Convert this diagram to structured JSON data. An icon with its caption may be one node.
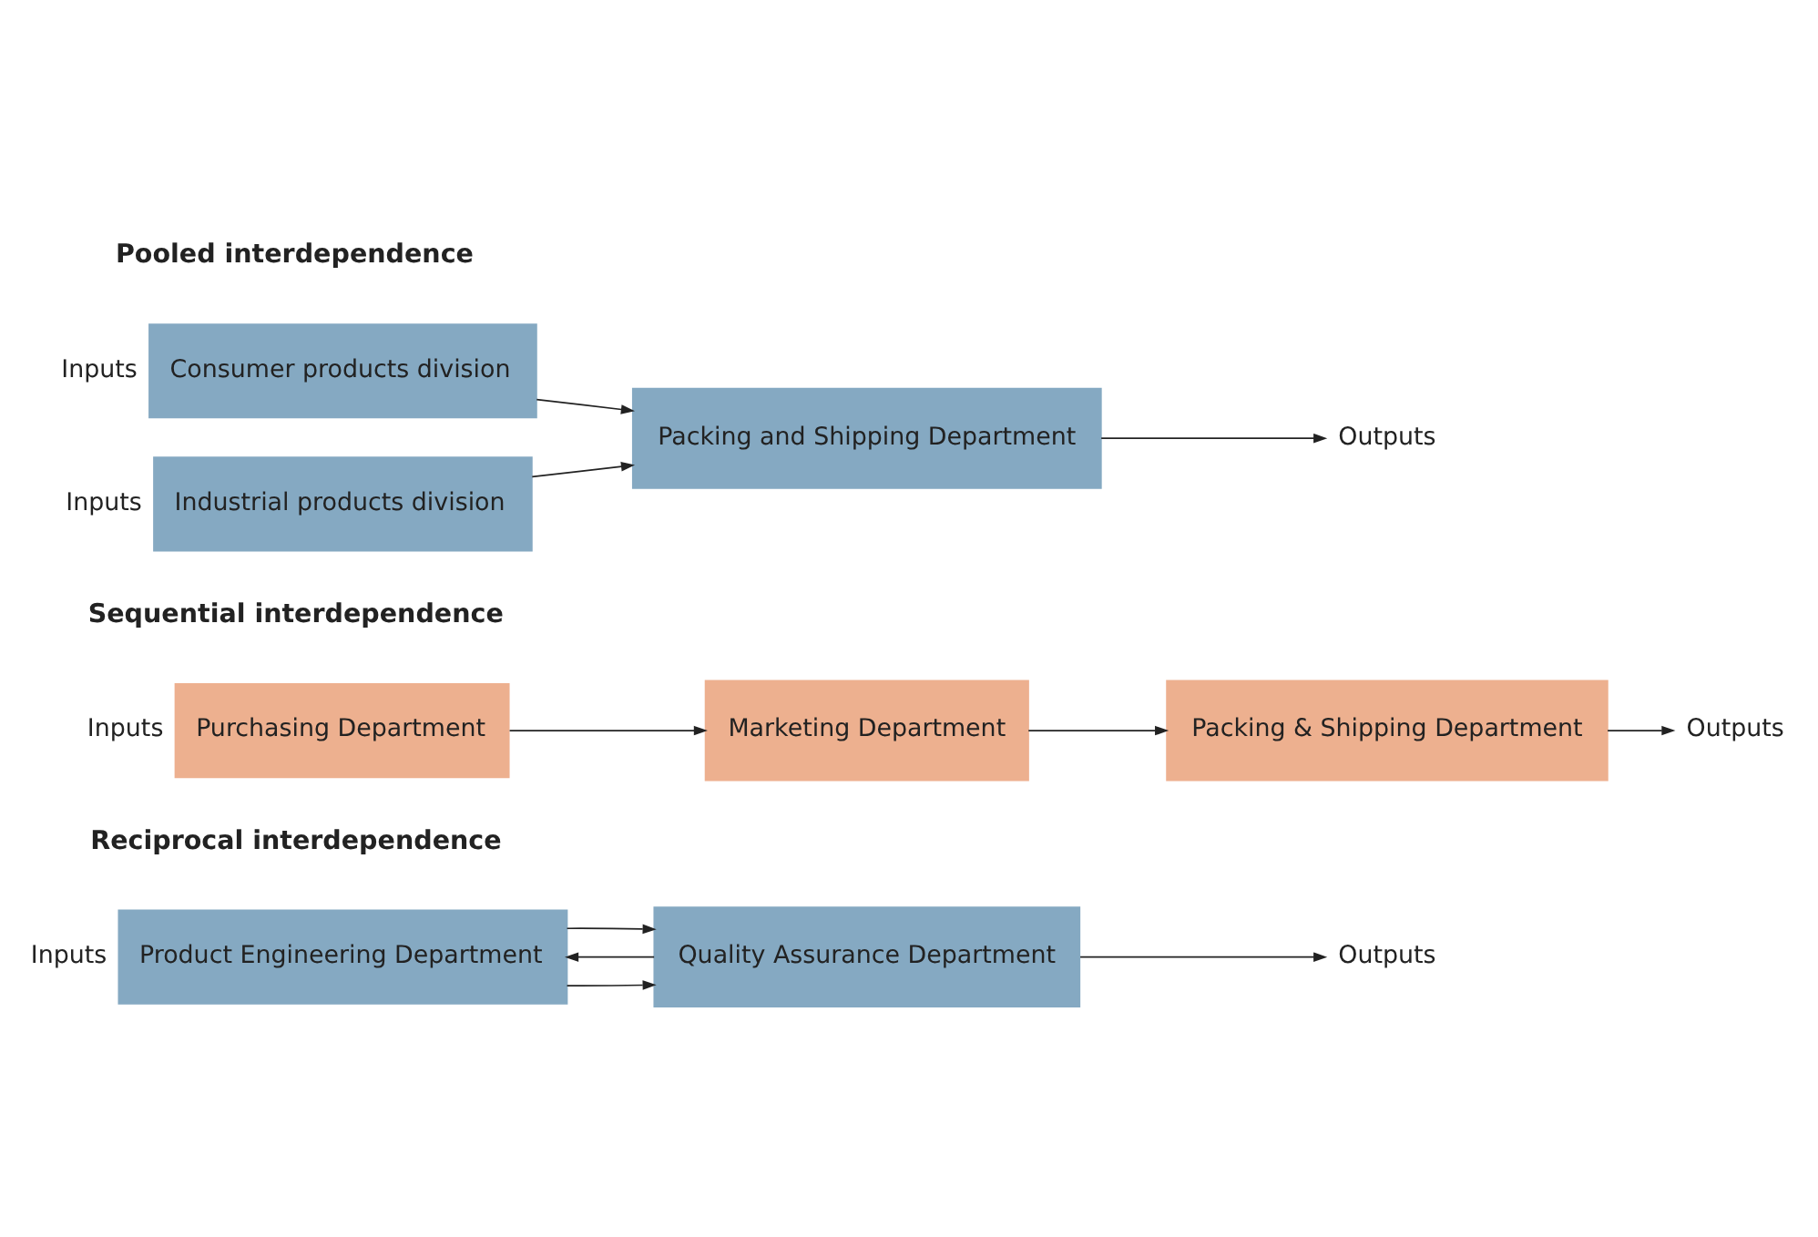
{
  "diagram": {
    "nodes": [
      {
        "text": [
          "Consumer products division"
        ],
        "beside": [
          "Inputs"
        ]
      },
      {
        "text": [
          "Industrial products division"
        ],
        "beside": [
          "Inputs"
        ]
      },
      {
        "text": [
          "Packing and Shipping Department"
        ]
      },
      {
        "text": [
          "Outputs"
        ]
      },
      {
        "text": [
          "Purchasing Department"
        ],
        "beside": [
          "Inputs"
        ]
      },
      {
        "text": [
          "Marketing Department"
        ]
      },
      {
        "text": [
          "Packing & Shipping Department"
        ]
      },
      {
        "text": [
          "Outputs"
        ]
      },
      {
        "text": [
          "Product Engineering Department"
        ],
        "beside": [
          "Inputs"
        ]
      },
      {
        "text": [
          "Quality Assurance Department"
        ]
      },
      {
        "text": [
          "Outputs"
        ]
      }
    ],
    "edges": [
      {
        "from": 0,
        "to": 2,
        "arrow": "to"
      },
      {
        "from": 1,
        "to": 2,
        "arrow": "to"
      },
      {
        "from": 2,
        "to": 3,
        "arrow": "to"
      },
      {
        "from": 4,
        "to": 5,
        "arrow": "to"
      },
      {
        "from": 5,
        "to": 6,
        "arrow": "to"
      },
      {
        "from": 6,
        "to": 7,
        "arrow": "to"
      },
      {
        "from": 9,
        "to": 8,
        "arrow": "to"
      },
      {
        "from": 8,
        "to": 9,
        "arrow": "to"
      },
      {
        "from": 8,
        "to": 9,
        "arrow": "to"
      },
      {
        "from": 9,
        "to": 10,
        "arrow": "to"
      }
    ],
    "labels": [
      "Pooled interdependence",
      "Sequential interdependence",
      "Reciprocal interdependence"
    ]
  }
}
